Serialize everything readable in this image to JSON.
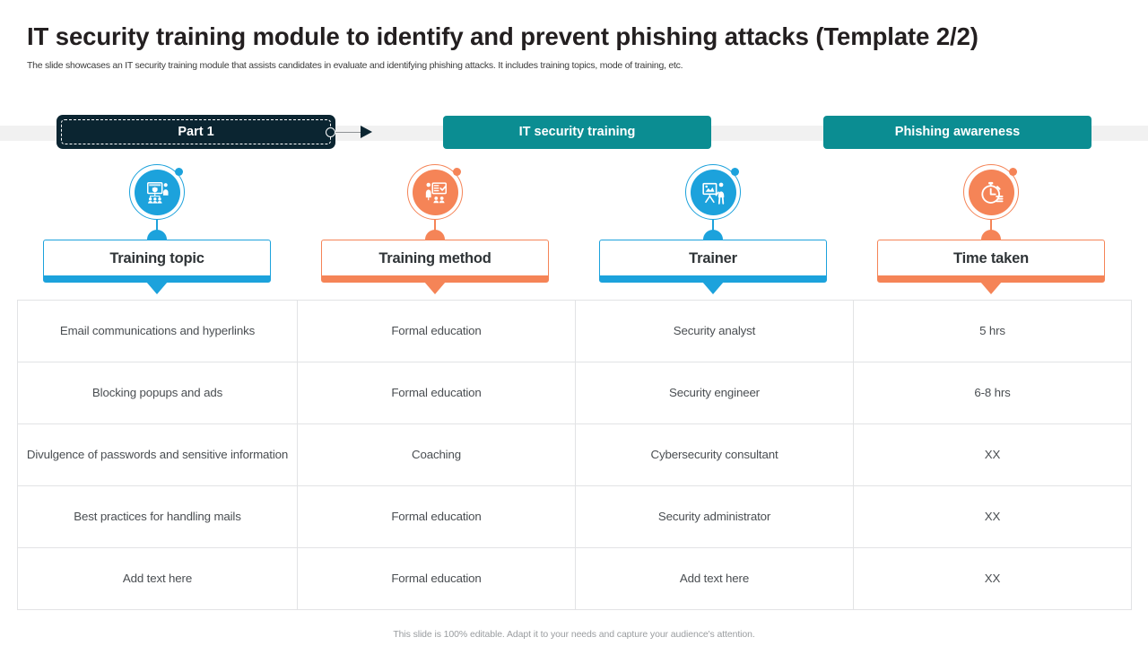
{
  "slide": {
    "title": "IT security training module to identify and prevent phishing attacks (Template 2/2)",
    "subtitle": "The slide showcases an IT security training module that assists candidates in evaluate and identifying phishing attacks. It includes training topics, mode of training, etc.",
    "footer": "This slide is 100% editable. Adapt it to your needs and capture your audience's attention."
  },
  "nav": {
    "tabs": [
      {
        "label": "Part 1",
        "style": "active-dark"
      },
      {
        "label": "IT security training",
        "style": "teal"
      },
      {
        "label": "Phishing awareness",
        "style": "teal"
      }
    ]
  },
  "colors": {
    "blue": "#1CA2DC",
    "orange": "#F58457",
    "teal": "#0B8D92",
    "dark": "#0B2531",
    "strip": "#F1F1F1",
    "border": "#E2E3E5",
    "text": "#4A4E52"
  },
  "columns": [
    {
      "label": "Training topic",
      "accent": "blue",
      "icon": "training-board-shield-icon"
    },
    {
      "label": "Training method",
      "accent": "orange",
      "icon": "presenter-checklist-icon"
    },
    {
      "label": "Trainer",
      "accent": "blue",
      "icon": "trainer-easel-icon"
    },
    {
      "label": "Time taken",
      "accent": "orange",
      "icon": "stopwatch-icon"
    }
  ],
  "table": {
    "headers": [
      "Training topic",
      "Training method",
      "Trainer",
      "Time taken"
    ],
    "rows": [
      [
        "Email communications and hyperlinks",
        "Formal education",
        "Security analyst",
        "5 hrs"
      ],
      [
        "Blocking popups and ads",
        "Formal education",
        "Security engineer",
        "6-8 hrs"
      ],
      [
        "Divulgence of passwords and sensitive information",
        "Coaching",
        "Cybersecurity consultant",
        "XX"
      ],
      [
        "Best practices for handling mails",
        "Formal education",
        "Security administrator",
        "XX"
      ],
      [
        "Add text here",
        "Formal education",
        "Add text here",
        "XX"
      ]
    ]
  }
}
